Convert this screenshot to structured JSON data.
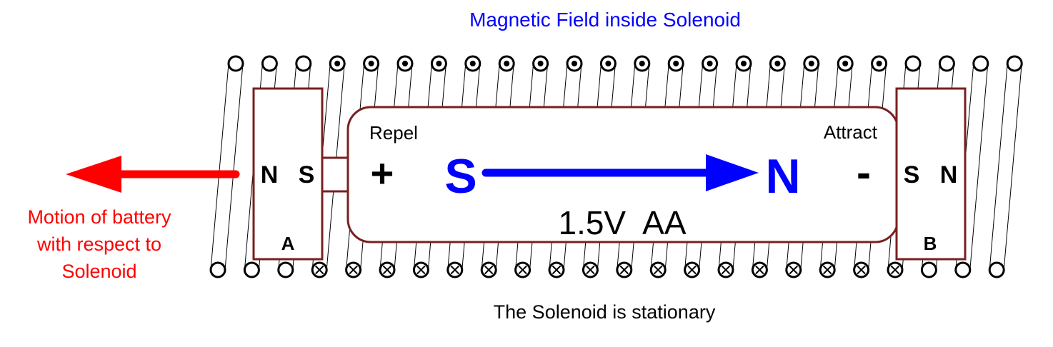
{
  "title": "Magnetic Field inside Solenoid",
  "footer": "The Solenoid is stationary",
  "motion_label": {
    "line1": "Motion of battery",
    "line2": "with respect to",
    "line3": "Solenoid"
  },
  "battery": {
    "label": "1.5V  AA",
    "positive": "+",
    "negative": "-",
    "repel": "Repel",
    "attract": "Attract",
    "pole_south": "S",
    "pole_north": "N"
  },
  "magnet_a": {
    "label": "A",
    "pole_left": "N",
    "pole_right": "S"
  },
  "magnet_b": {
    "label": "B",
    "pole_left": "S",
    "pole_right": "N"
  },
  "colors": {
    "title": "#0000ff",
    "motion": "#ff0000",
    "field_arrow": "#0000ff",
    "outline": "#7a1f1f",
    "wire": "#000000",
    "text": "#000000"
  },
  "solenoid": {
    "top_turns": [
      "empty",
      "empty",
      "empty",
      "dot",
      "dot",
      "dot",
      "dot",
      "dot",
      "dot",
      "dot",
      "dot",
      "dot",
      "dot",
      "dot",
      "dot",
      "dot",
      "dot",
      "dot",
      "dot",
      "dot",
      "empty",
      "empty",
      "empty",
      "empty"
    ],
    "bottom_turns": [
      "empty",
      "empty",
      "empty",
      "cross",
      "cross",
      "cross",
      "cross",
      "cross",
      "cross",
      "cross",
      "cross",
      "cross",
      "cross",
      "cross",
      "cross",
      "cross",
      "cross",
      "cross",
      "cross",
      "cross",
      "cross",
      "empty",
      "empty",
      "empty"
    ],
    "turn_symbols": {
      "dot": "current out of page",
      "cross": "current into page",
      "empty": "no current"
    }
  }
}
